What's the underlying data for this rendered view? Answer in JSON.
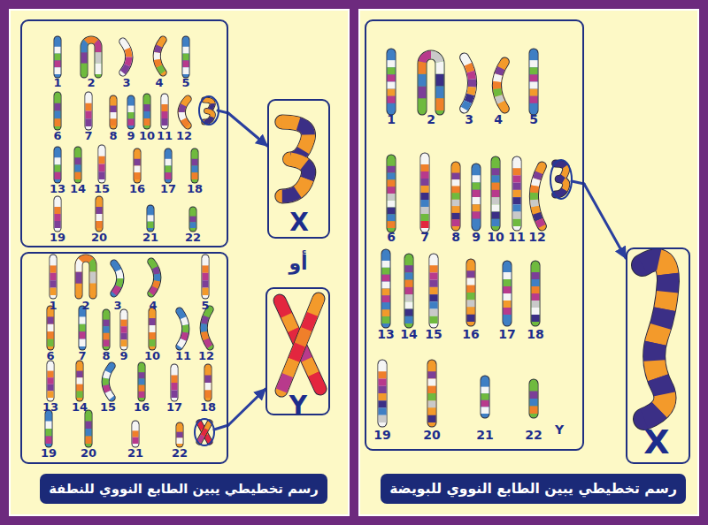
{
  "diagram": {
    "nodes": [
      {
        "text": [
          "1",
          "2",
          "3",
          "4",
          "5",
          "6",
          "7",
          "8",
          "9",
          "10",
          "11",
          "12",
          "13",
          "14",
          "15",
          "16",
          "17",
          "18",
          "19",
          "20",
          "21",
          "22"
        ]
      },
      {
        "text": [
          "X"
        ]
      },
      {
        "text": [
          "1",
          "2",
          "3",
          "4",
          "5",
          "6",
          "7",
          "8",
          "9",
          "10",
          "11",
          "12",
          "13",
          "14",
          "15",
          "16",
          "17",
          "18",
          "19",
          "20",
          "21",
          "22"
        ]
      },
      {
        "text": [
          "Y"
        ]
      },
      {
        "text": [
          "رسم تخطيطي يبين الطابع النووي للنطفة"
        ]
      },
      {
        "text": [
          "1",
          "2",
          "3",
          "4",
          "5",
          "6",
          "7",
          "8",
          "9",
          "10",
          "11",
          "12",
          "13",
          "14",
          "15",
          "16",
          "17",
          "18",
          "19",
          "20",
          "21",
          "22",
          "Y"
        ]
      },
      {
        "text": [
          "X"
        ]
      },
      {
        "text": [
          "رسم تخطيطي يبين الطابع النووي للبويضة"
        ]
      }
    ],
    "edges": [
      {
        "from": 0,
        "to": 1,
        "arrow": "to"
      },
      {
        "from": 2,
        "to": 3,
        "arrow": "to"
      },
      {
        "from": 5,
        "to": 6,
        "arrow": "to"
      }
    ],
    "labels": [
      "أو"
    ]
  }
}
